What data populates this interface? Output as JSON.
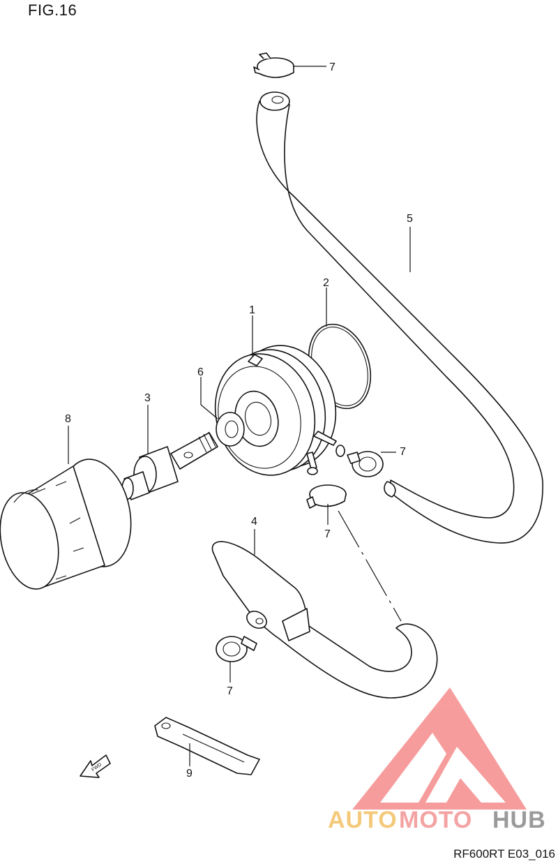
{
  "figure_title": "FIG.16",
  "reference_code": "RF600RT E03_016",
  "fwd_arrow": {
    "label": "FWD",
    "icon": "fwd-arrow-icon"
  },
  "callouts": [
    {
      "id": "c1",
      "number": "1"
    },
    {
      "id": "c2",
      "number": "2"
    },
    {
      "id": "c3",
      "number": "3"
    },
    {
      "id": "c4",
      "number": "4"
    },
    {
      "id": "c5",
      "number": "5"
    },
    {
      "id": "c6",
      "number": "6"
    },
    {
      "id": "c7a",
      "number": "7"
    },
    {
      "id": "c7b",
      "number": "7"
    },
    {
      "id": "c7c",
      "number": "7"
    },
    {
      "id": "c7d",
      "number": "7"
    },
    {
      "id": "c8",
      "number": "8"
    },
    {
      "id": "c9",
      "number": "9"
    }
  ],
  "watermark": {
    "logo": "automotohub-logo",
    "text_part1": "AUTO",
    "text_part2": "MOTO",
    "text_part3": "HUB",
    "colors": {
      "auto": "#f5c97a",
      "moto": "#f4a3a3",
      "hub": "#9a9a9a",
      "triangle": "#f47c7c"
    }
  }
}
